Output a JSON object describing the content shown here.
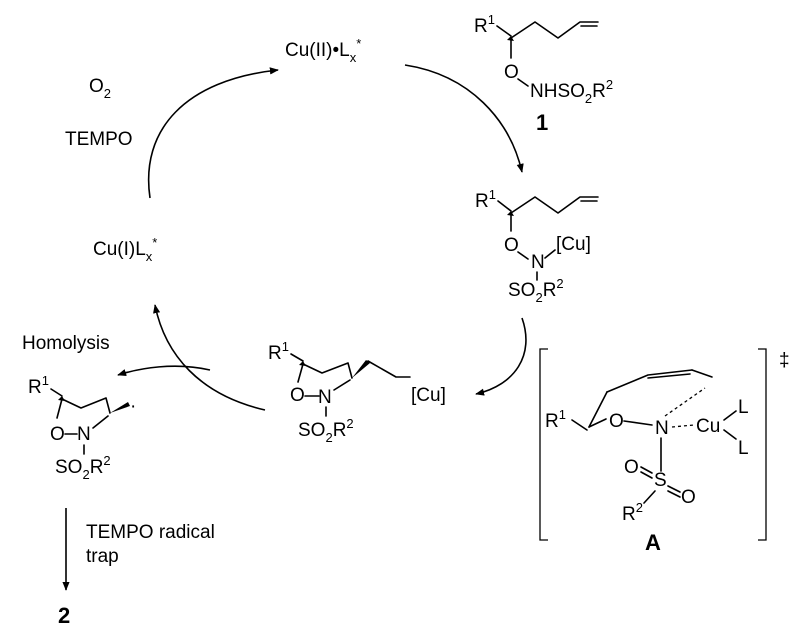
{
  "catalyst": {
    "cu2_main": "Cu(II)•L",
    "cu2_sub": "x",
    "cu2_sup": "*",
    "cu1_main": "Cu(I)L",
    "cu1_sub": "x",
    "cu1_sup": "*"
  },
  "reagents": {
    "o2_main": "O",
    "o2_sub": "2",
    "tempo": "TEMPO"
  },
  "substrate": {
    "r1": "R",
    "r1_sup": "1",
    "o": "O",
    "nh": "NHSO",
    "nh_sub": "2",
    "r2": "R",
    "r2_sup": "2",
    "number": "1"
  },
  "cu_amide": {
    "r1": "R",
    "r1_sup": "1",
    "o": "O",
    "n": "N",
    "cu": "[Cu]",
    "so2": "SO",
    "so2_sub": "2",
    "r2": "R",
    "r2_sup": "2"
  },
  "ts": {
    "r1": "R",
    "r1_sup": "1",
    "o": "O",
    "n": "N",
    "cu": "Cu",
    "l_top": "L",
    "l_bottom": "L",
    "so2_o1": "O",
    "so2_s": "S",
    "so2_o2": "O",
    "r2": "R",
    "r2_sup": "2",
    "dagger": "‡",
    "label": "A"
  },
  "alkyl_cu": {
    "r1": "R",
    "r1_sup": "1",
    "o": "O",
    "n": "N",
    "cu": "[Cu]",
    "so2": "SO",
    "so2_sub": "2",
    "r2": "R",
    "r2_sup": "2"
  },
  "radical": {
    "homolysis": "Homolysis",
    "r1": "R",
    "r1_sup": "1",
    "o": "O",
    "n": "N",
    "so2": "SO",
    "so2_sub": "2",
    "r2": "R",
    "r2_sup": "2",
    "dot": "·"
  },
  "trap": {
    "line1": "TEMPO radical",
    "line2": "trap",
    "product": "2"
  }
}
